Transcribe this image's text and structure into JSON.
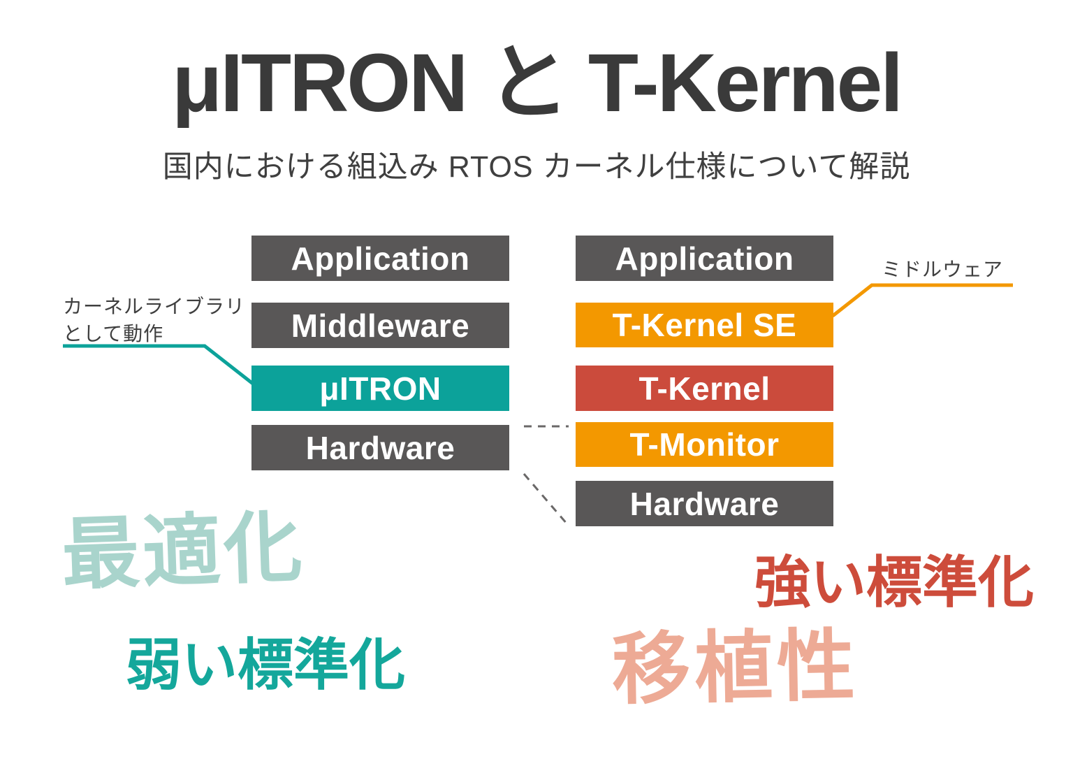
{
  "title": "μITRON と T-Kernel",
  "subtitle": "国内における組込み RTOS カーネル仕様について解説",
  "colors": {
    "dark_gray_box": "#595757",
    "teal": "#0ca29a",
    "orange": "#f39800",
    "red": "#cb4b3c",
    "title_text": "#3a3a3a",
    "dash_gray": "#6a6868",
    "light_teal": "#a9d4cc",
    "strong_teal": "#14a79b",
    "strong_red": "#cd4c3b",
    "light_salmon": "#edaa95"
  },
  "left_stack": {
    "layers": [
      {
        "label": "Application",
        "color": "#595757"
      },
      {
        "label": "Middleware",
        "color": "#595757"
      },
      {
        "label": "μITRON",
        "color": "#0ca29a"
      },
      {
        "label": "Hardware",
        "color": "#595757"
      }
    ]
  },
  "right_stack": {
    "layers": [
      {
        "label": "Application",
        "color": "#595757"
      },
      {
        "label": "T-Kernel SE",
        "color": "#f39800"
      },
      {
        "label": "T-Kernel",
        "color": "#cb4b3c"
      },
      {
        "label": "T-Monitor",
        "color": "#f39800"
      },
      {
        "label": "Hardware",
        "color": "#595757"
      }
    ]
  },
  "annotations": {
    "kernel_library": {
      "line1": "カーネルライブラリ",
      "line2": "として動作"
    },
    "middleware": {
      "text": "ミドルウェア"
    }
  },
  "keywords": {
    "optimization": {
      "text": "最適化",
      "color": "#a9d4cc"
    },
    "weak_standardization": {
      "text": "弱い標準化",
      "color": "#14a79b"
    },
    "strong_standardization": {
      "text": "強い標準化",
      "color": "#cd4c3b"
    },
    "portability": {
      "text": "移植性",
      "color": "#edaa95"
    }
  }
}
